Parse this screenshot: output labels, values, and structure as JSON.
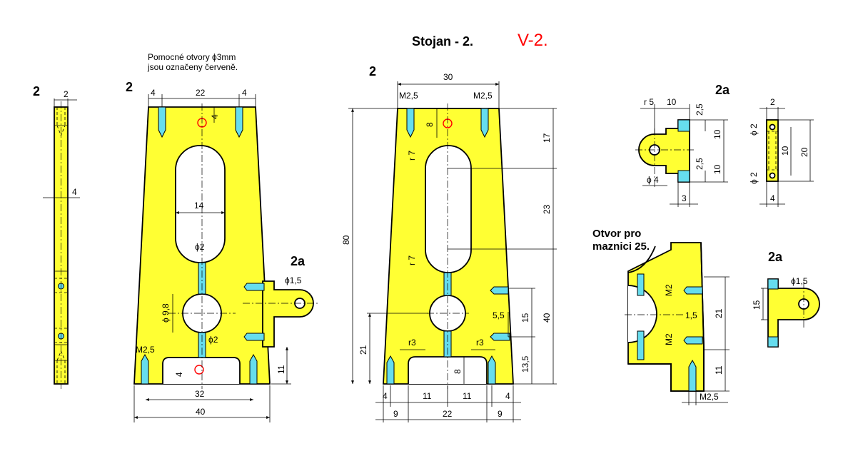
{
  "title": {
    "main": "Stojan - 2.",
    "version": "V-2."
  },
  "note": {
    "line1": "Pomocné otvory ϕ3mm",
    "line2": "jsou označeny červeně."
  },
  "part_labels": {
    "p2": "2",
    "p2a": "2a"
  },
  "oiler_note": {
    "line1": "Otvor pro",
    "line2": "maznici 25."
  },
  "dims": {
    "d2": "2",
    "d4": "4",
    "d22": "22",
    "d14": "14",
    "phi2": "ϕ2",
    "phi98": "ϕ 9,8",
    "m25": "M2,5",
    "d32": "32",
    "d40": "40",
    "d11": "11",
    "phi15": "ϕ1,5",
    "d30": "30",
    "d8": "8",
    "r7": "r 7",
    "d80": "80",
    "d17": "17",
    "d23": "23",
    "d21": "21",
    "r3": "r3",
    "d55": "5,5",
    "d15": "15",
    "d135": "13,5",
    "d9": "9",
    "r5": "r 5",
    "d10": "10",
    "d25": "2,5",
    "phi4": "ϕ 4",
    "d3": "3",
    "d20": "20",
    "phi2s": "ϕ 2",
    "m2": "M2",
    "d1_5": "1,5"
  },
  "colors": {
    "part": "#ffff33",
    "thread": "#66ddee",
    "aux_hole": "#ff0000"
  }
}
